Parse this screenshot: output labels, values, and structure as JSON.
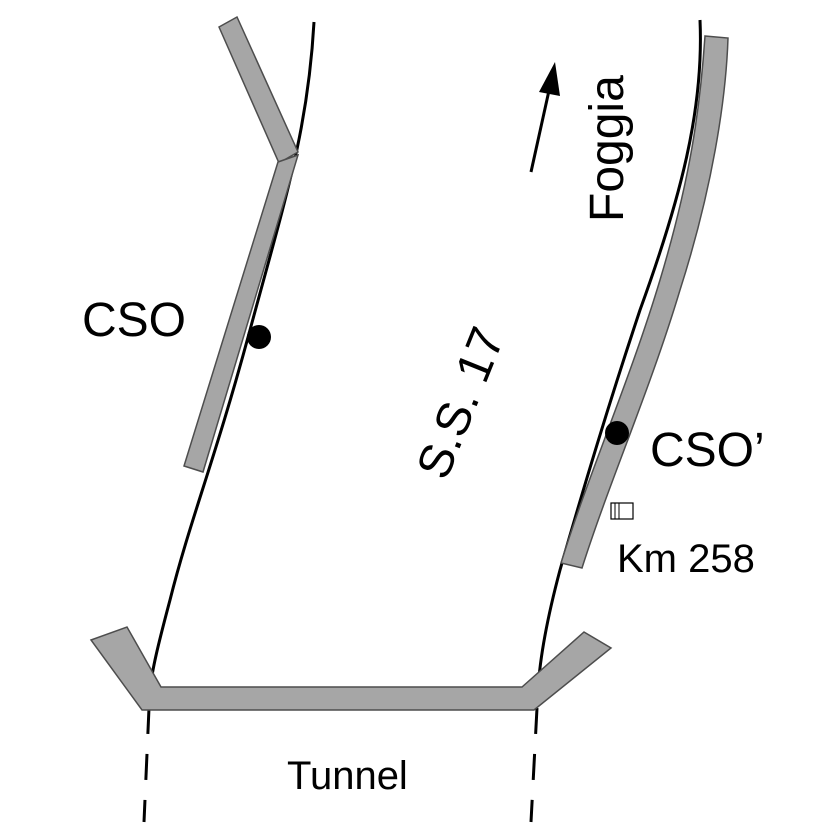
{
  "labels": {
    "cso_left": "CSO",
    "cso_right": "CSO’",
    "road": "S.S. 17",
    "direction": "Foggia",
    "km_marker": "Km 258",
    "tunnel": "Tunnel"
  },
  "colors": {
    "road_edge": "#000000",
    "structure_fill": "#a6a6a6",
    "structure_stroke": "#4d4d4d",
    "marker_fill": "#000000"
  }
}
